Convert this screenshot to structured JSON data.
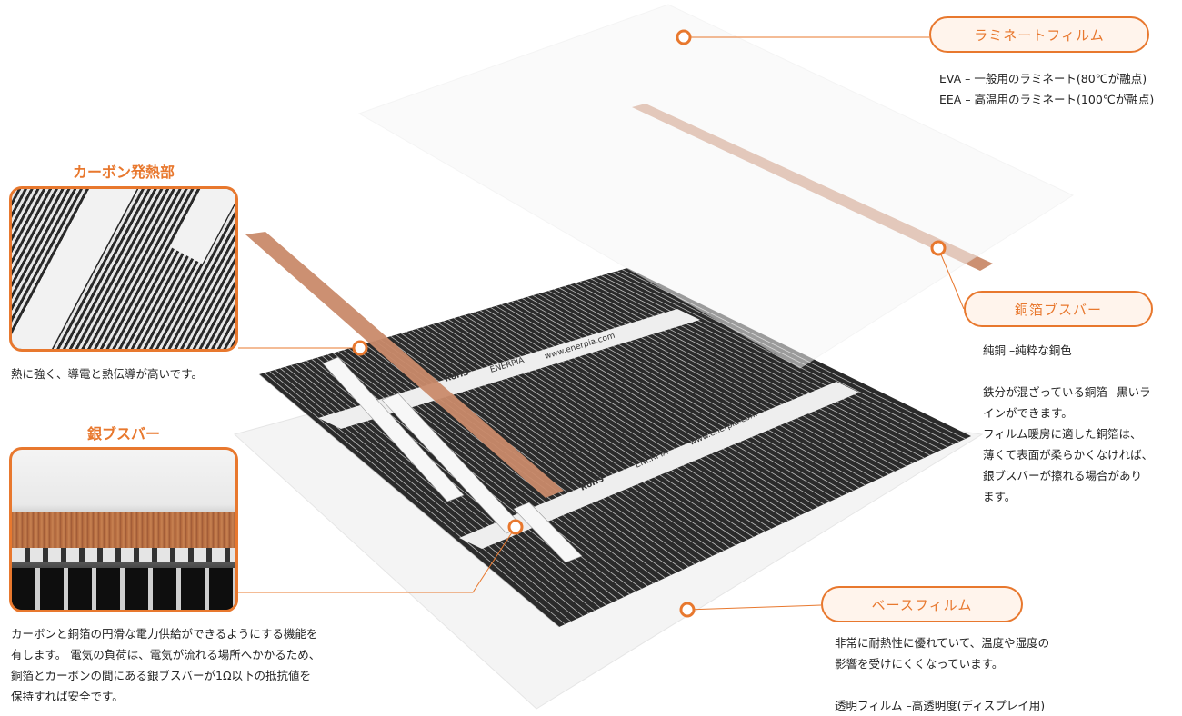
{
  "headings": {
    "carbon": "カーボン発熱部",
    "silver": "銀ブスバー"
  },
  "labels": {
    "laminate": "ラミネートフィルム",
    "copper": "銅箔ブスバー",
    "base": "ベースフィルム"
  },
  "descriptions": {
    "laminate": [
      "EVA – 一般用のラミネート(80℃が融点)",
      "EEA – 高温用のラミネート(100℃が融点)"
    ],
    "copper": [
      "純銅 –純粋な銅色",
      "",
      "鉄分が混ざっている銅箔 –黒いラ",
      "インができます。",
      "フィルム暖房に適した銅箔は、",
      "薄くて表面が柔らかくなければ、",
      "銀ブスバーが擦れる場合があり",
      "ます。"
    ],
    "carbon": [
      "熱に強く、導電と熱伝導が高いです。"
    ],
    "silver": [
      "カーボンと銅箔の円滑な電力供給ができるようにする機能を",
      "有します。 電気の負荷は、電気が流れる場所へかかるため、",
      "銅箔とカーボンの間にある銀ブスバーが1Ω以下の抵抗値を",
      "保持すれば安全です。"
    ],
    "base": [
      "非常に耐熱性に優れていて、温度や湿度の",
      "影響を受けにくくなっています。",
      "",
      "透明フィルム –高透明度(ディスプレイ用)"
    ]
  },
  "film_text": {
    "brand": "ENERPIA",
    "url": "www.enerpia.com",
    "rohs": "RoHS"
  },
  "colors": {
    "accent": "#e8782e",
    "copper": "#c98a6a",
    "carbon": "#2b2b2b"
  }
}
